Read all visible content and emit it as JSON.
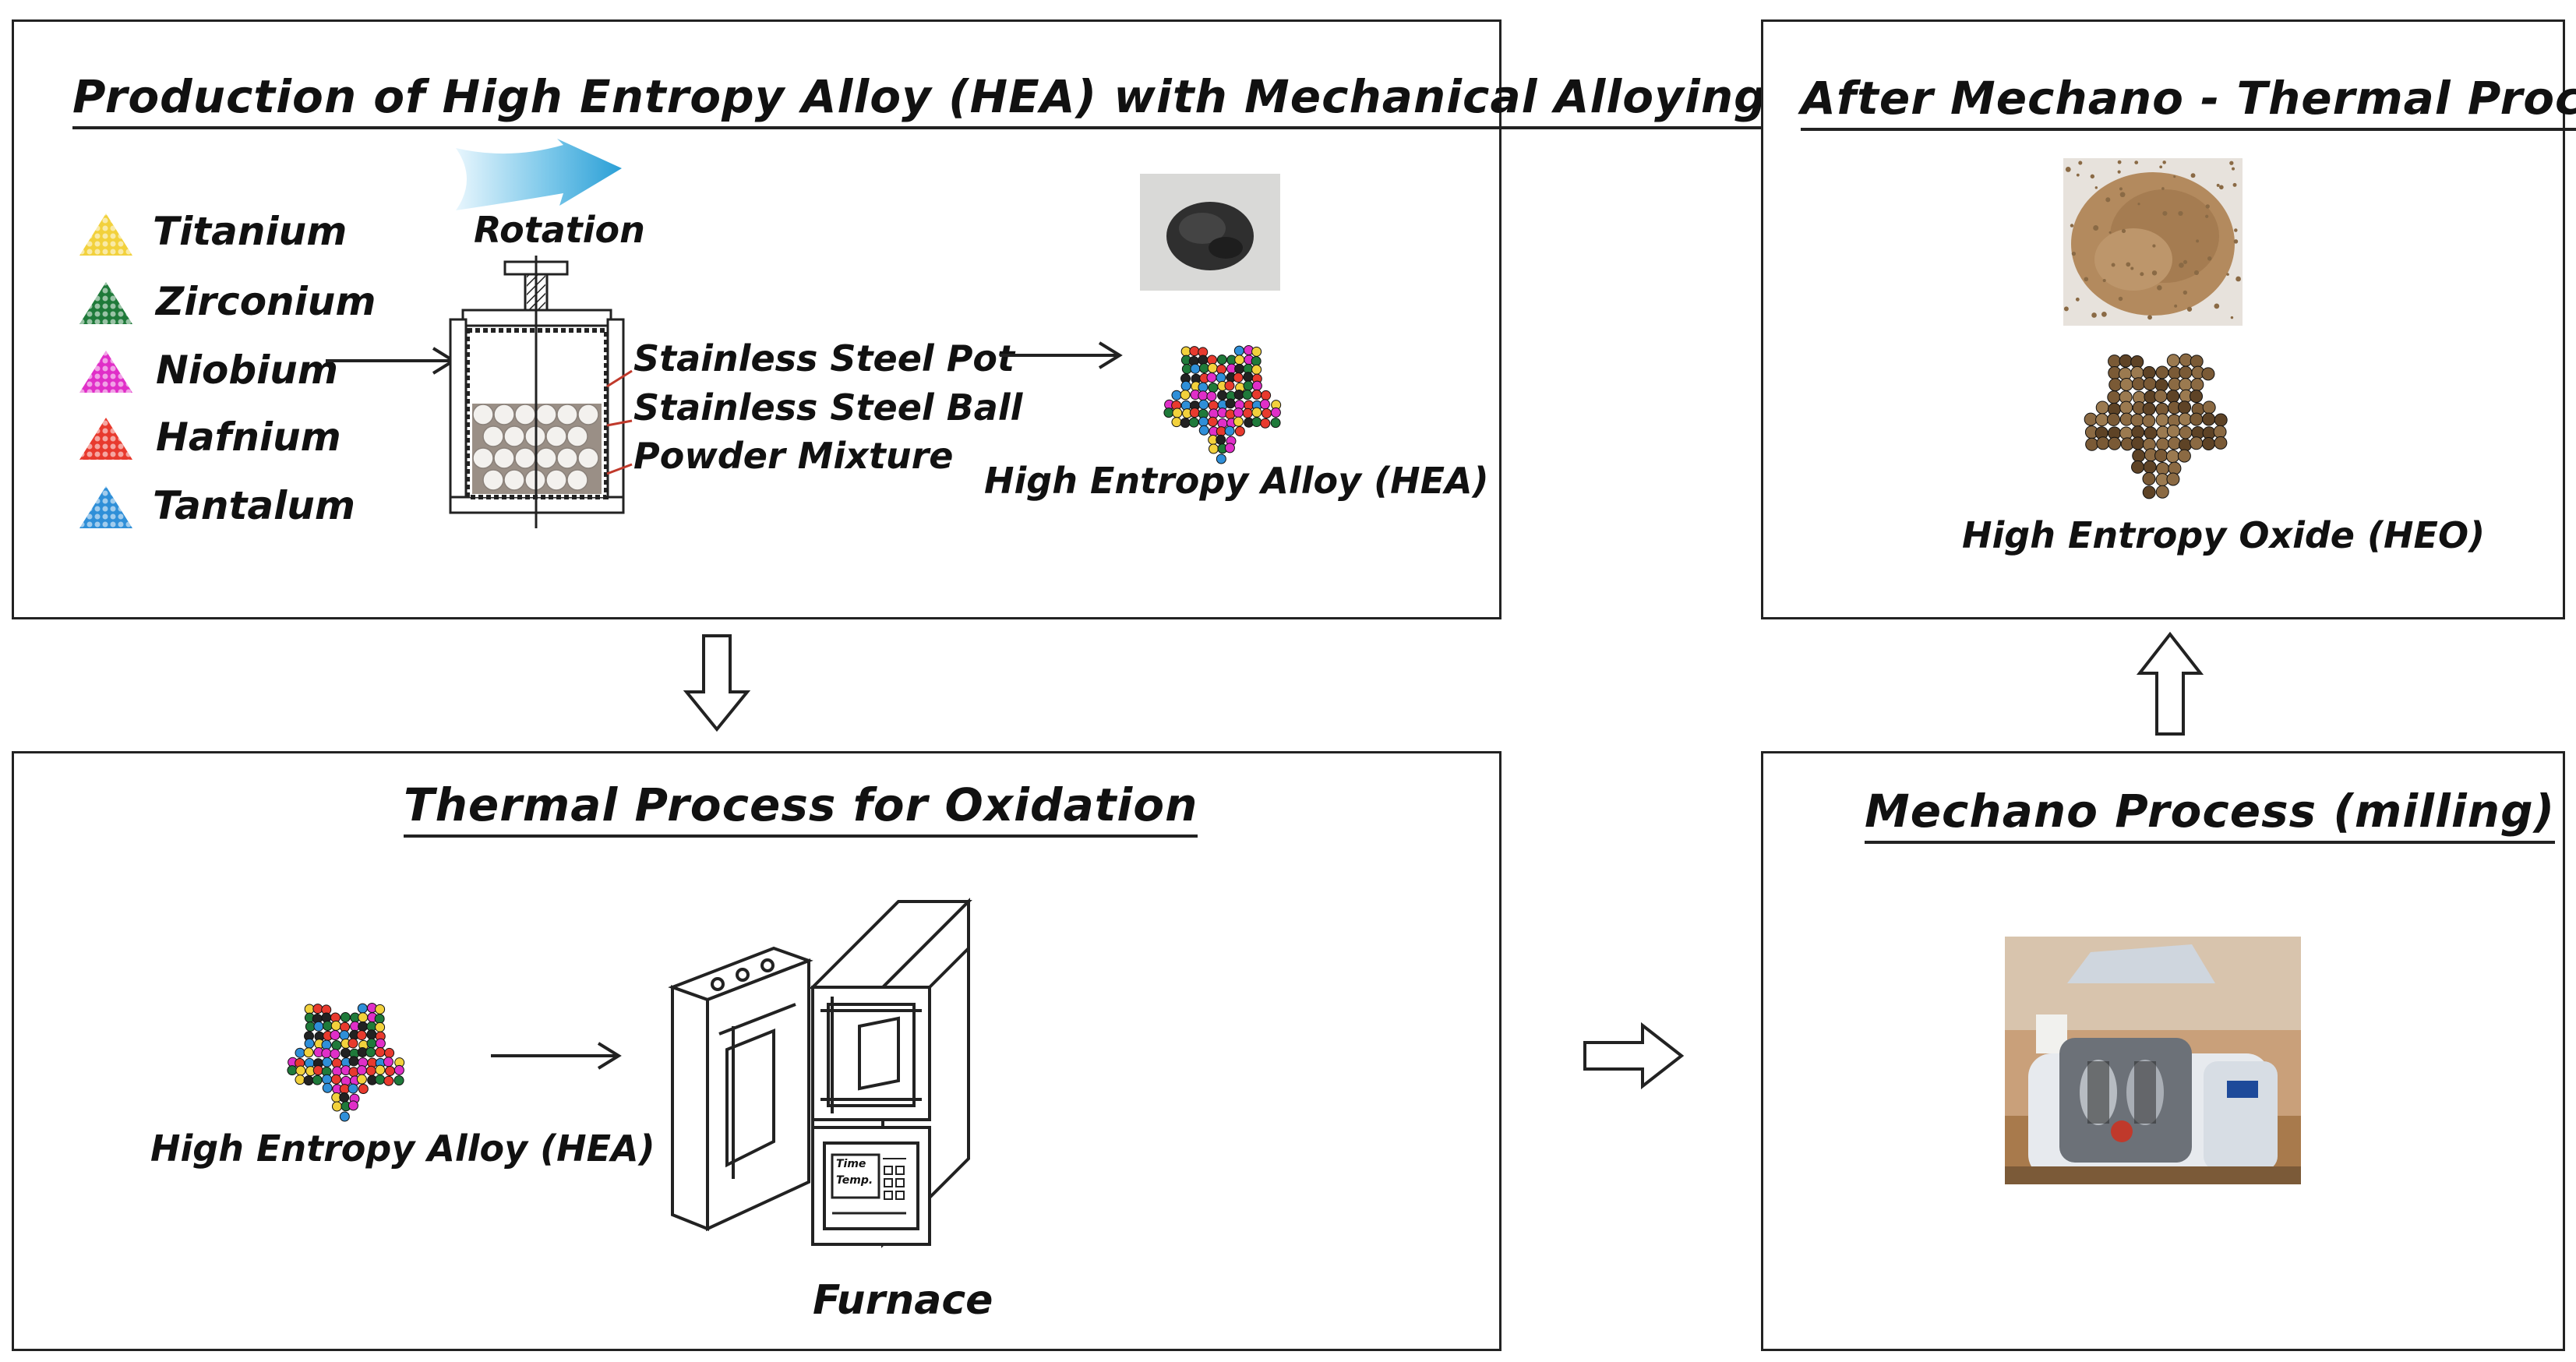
{
  "panels": {
    "mechanical_alloying": {
      "title": "Production of High Entropy Alloy (HEA) with Mechanical Alloying",
      "elements": [
        {
          "name": "Titanium",
          "color": "#f2d13c"
        },
        {
          "name": "Zirconium",
          "color": "#1f7a3a"
        },
        {
          "name": "Niobium",
          "color": "#e02fc8"
        },
        {
          "name": "Hafnium",
          "color": "#e83a2e"
        },
        {
          "name": "Tantalum",
          "color": "#2f8fd8"
        }
      ],
      "rotation_label": "Rotation",
      "pot_labels": [
        "Stainless Steel Pot",
        "Stainless Steel Ball",
        "Powder Mixture"
      ],
      "product_label": "High Entropy Alloy (HEA)"
    },
    "thermal": {
      "title": "Thermal Process for Oxidation",
      "hea_label": "High Entropy Alloy (HEA)",
      "furnace_label": "Furnace",
      "panel_text": [
        "Time",
        "Temp."
      ]
    },
    "mechano": {
      "title": "Mechano Process (milling)"
    },
    "after": {
      "title": "After Mechano - Thermal Process",
      "product_label": "High Entropy Oxide (HEO)"
    }
  }
}
